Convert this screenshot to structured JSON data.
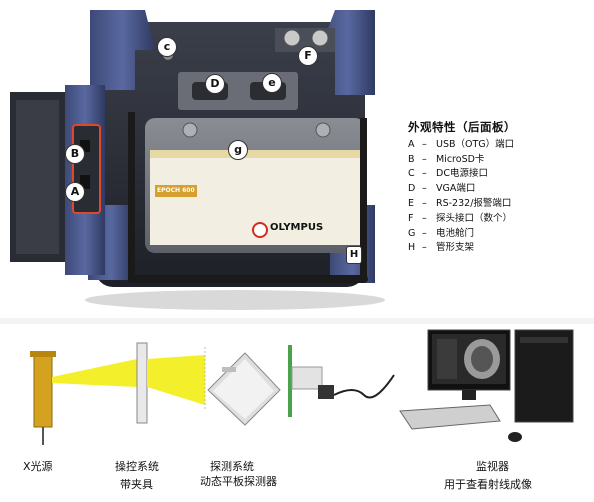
{
  "device": {
    "markers": {
      "a": "A",
      "b": "B",
      "c": "c",
      "d": "D",
      "e": "e",
      "f": "F",
      "g": "g",
      "h": "H"
    },
    "brand": "OLYMPUS",
    "model": "EPOCH 600"
  },
  "legend": {
    "title": "外观特性（后面板）",
    "items": [
      {
        "key": "A",
        "text": "USB（OTG）端口"
      },
      {
        "key": "B",
        "text": "MicroSD卡"
      },
      {
        "key": "C",
        "text": "DC电源接口"
      },
      {
        "key": "D",
        "text": "VGA端口"
      },
      {
        "key": "E",
        "text": "RS-232/报警端口"
      },
      {
        "key": "F",
        "text": "探头接口（数个）"
      },
      {
        "key": "G",
        "text": "电池舱门"
      },
      {
        "key": "H",
        "text": "管形支架"
      }
    ]
  },
  "diagram": {
    "source_label": "X光源",
    "control_label_1": "操控系统",
    "control_label_2": "带夹具",
    "detector_label_1": "探测系统",
    "detector_label_2": "动态平板探测器",
    "monitor_label_1": "监视器",
    "monitor_label_2": "用于查看射线成像"
  }
}
